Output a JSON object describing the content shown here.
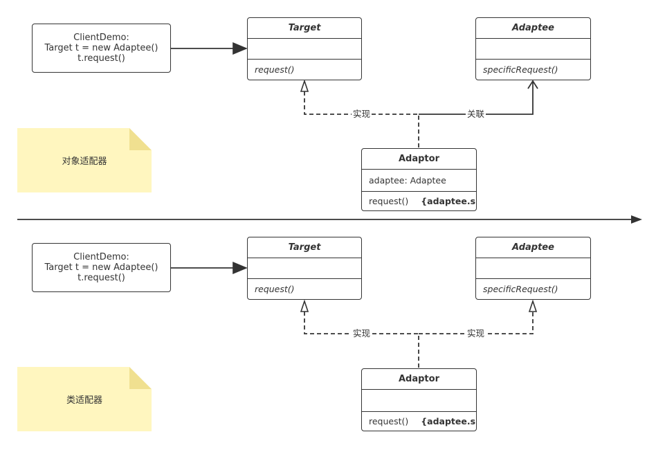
{
  "top": {
    "client": {
      "line1": "ClientDemo:",
      "line2": "Target t = new Adaptee()",
      "line3": "t.request()"
    },
    "target": {
      "name": "Target",
      "method": "request()"
    },
    "adaptee": {
      "name": "Adaptee",
      "method": "specificRequest()"
    },
    "adaptor": {
      "name": "Adaptor",
      "attribute": "adaptee: Adaptee",
      "method": "request()",
      "impl": "{adaptee.specificRequest()}"
    },
    "labels": {
      "realize": "实现",
      "association": "关联"
    },
    "note": "对象适配器"
  },
  "bottom": {
    "client": {
      "line1": "ClientDemo:",
      "line2": "Target t = new Adaptee()",
      "line3": "t.request()"
    },
    "target": {
      "name": "Target",
      "method": "request()"
    },
    "adaptee": {
      "name": "Adaptee",
      "method": "specificRequest()"
    },
    "adaptor": {
      "name": "Adaptor",
      "method": "request()",
      "impl": "{adaptee.specificRequest()}"
    },
    "labels": {
      "realize_left": "实现",
      "realize_right": "实现"
    },
    "note": "类适配器"
  },
  "colors": {
    "stroke": "#333333",
    "note_fill": "#fff6bf",
    "note_fold": "#f0e090"
  }
}
